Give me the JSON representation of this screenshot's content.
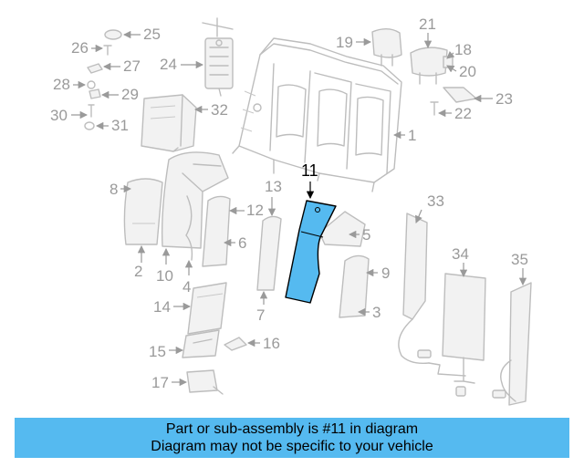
{
  "highlight_color": "#55baf0",
  "outline_color": "#bdbdbd",
  "callouts": [
    "1",
    "2",
    "3",
    "4",
    "5",
    "6",
    "7",
    "8",
    "9",
    "10",
    "11",
    "12",
    "13",
    "14",
    "15",
    "16",
    "17",
    "18",
    "19",
    "20",
    "21",
    "22",
    "23",
    "24",
    "25",
    "26",
    "27",
    "28",
    "29",
    "30",
    "31",
    "32",
    "33",
    "34",
    "35"
  ],
  "highlighted_part": "11",
  "banner": {
    "line1": "Part or sub-assembly is #11 in diagram",
    "line2": "Diagram may not be specific to your vehicle"
  }
}
